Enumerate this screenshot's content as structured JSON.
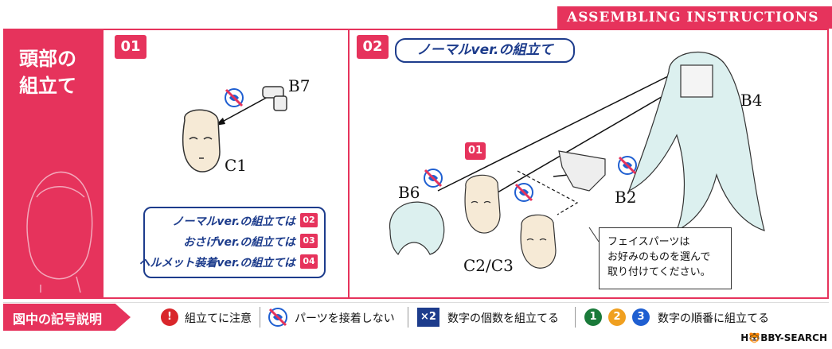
{
  "header": {
    "title": "ASSEMBLING INSTRUCTIONS"
  },
  "side": {
    "line1": "頭部の",
    "line2": "組立て"
  },
  "step1": {
    "number": "01",
    "labels": {
      "b7": "B7",
      "c1": "C1"
    },
    "refs": [
      {
        "text": "ノーマルver.の組立ては",
        "num": "02"
      },
      {
        "text": "おさげver.の組立ては",
        "num": "03"
      },
      {
        "text": "ヘルメット装着ver.の組立ては",
        "num": "04"
      }
    ]
  },
  "step2": {
    "number": "02",
    "version_title": "ノーマルver.の組立て",
    "inner_step": "01",
    "labels": {
      "b4": "B4",
      "b2": "B2",
      "b6": "B6",
      "c2c3": "C2/C3"
    },
    "note": {
      "line1": "フェイスパーツは",
      "line2": "お好みのものを選んで",
      "line3": "取り付けてください。"
    }
  },
  "legend": {
    "title": "図中の記号説明",
    "items": [
      {
        "icon": "!",
        "text": "組立てに注意"
      },
      {
        "text": "パーツを接着しない"
      },
      {
        "icon": "×2",
        "text": "数字の個数を組立てる"
      },
      {
        "nums": [
          "1",
          "2",
          "3"
        ],
        "text": "数字の順番に組立てる"
      }
    ]
  },
  "watermark": "H🐯BBY-SEARCH",
  "colors": {
    "accent": "#e6335c",
    "navy": "#1d3c8c",
    "blue": "#1f5fd1",
    "green": "#1a7a3a",
    "orange": "#f0a020",
    "skin": "#f6ead6",
    "hair": "#dcf0ef"
  }
}
